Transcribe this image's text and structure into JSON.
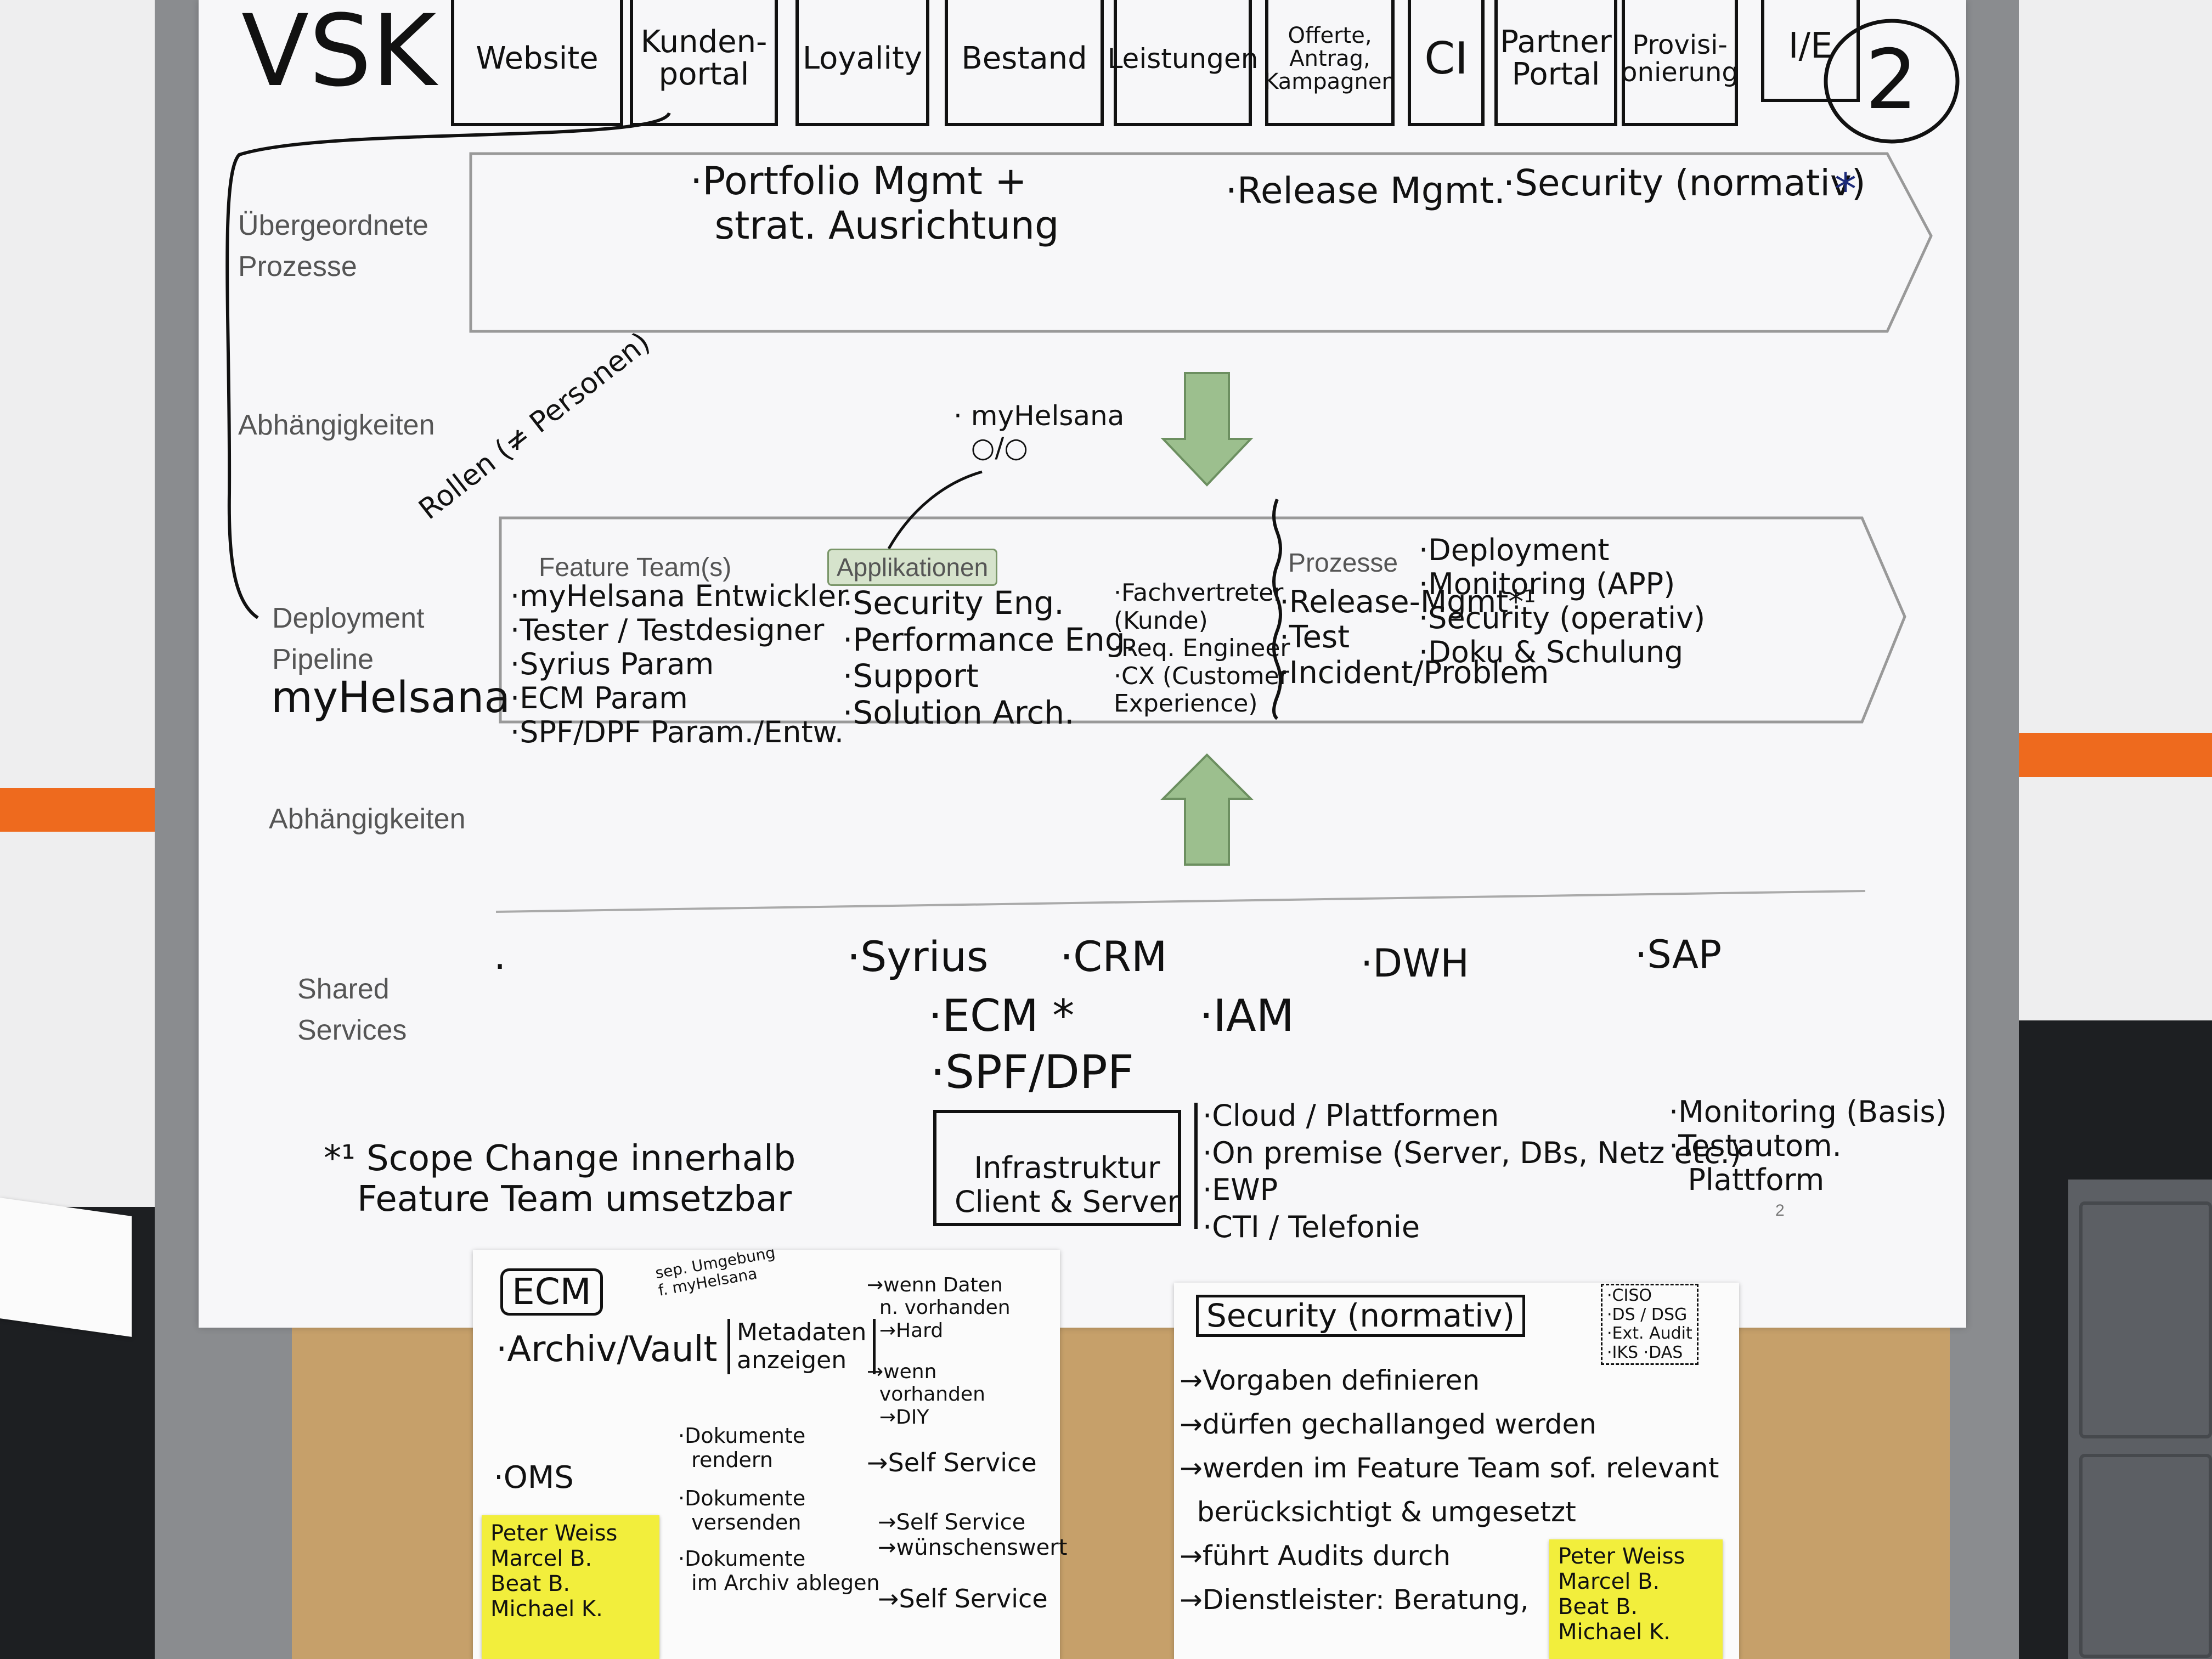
{
  "top_tabs": {
    "vsk": "VSK",
    "items": [
      "Website",
      "Kunden-\nportal",
      "Loyality",
      "Bestand",
      "Leistungen",
      "Offerte,\nAntrag,\nKampagnen",
      "CI",
      "Partner\nPortal",
      "Provisi-\nonierung",
      "I/E"
    ],
    "circle_number": "2"
  },
  "sections": {
    "uebergeordnete": "Übergeordnete\nProzesse",
    "abhaengig_top": "Abhängigkeiten",
    "deployment": "Deployment\nPipeline",
    "abhaengig_bottom": "Abhängigkeiten",
    "shared": "Shared\nServices"
  },
  "uebergeordnete_items": {
    "a": "·Portfolio Mgmt +\n  strat. Ausrichtung",
    "b": "·Release Mgmt.",
    "c": "·Security (normativ)",
    "star": "*"
  },
  "deployment": {
    "myhelsana": "myHelsana",
    "rollen": "Rollen (≠ Personen)",
    "apps_note": "· myHelsana\n  ○/○",
    "feature_team_label": "Feature Team(s)",
    "applikationen_label": "Applikationen",
    "prozesse_label": "Prozesse",
    "col1": "·myHelsana Entwickler\n·Tester / Testdesigner\n·Syrius Param\n·ECM Param\n·SPF/DPF Param./Entw.",
    "col2": "·Security Eng.\n·Performance Eng.\n·Support\n·Solution Arch.",
    "col3": "·Fachvertreter\n(Kunde)\n·Req. Engineer\n·CX (Customer\nExperience)",
    "col4": "·Release-Mgmt*¹\n·Test\n·Incident/Problem",
    "col5": "·Deployment\n·Monitoring (APP)\n·Security (operativ)\n·Doku & Schulung"
  },
  "shared_services": {
    "bullet": "·",
    "row1": [
      "·Syrius",
      "·CRM",
      "·DWH",
      "·SAP"
    ],
    "row2": [
      "·ECM *",
      "·IAM"
    ],
    "row3": "·SPF/DPF",
    "page_num": "2",
    "infra_box": "Infrastruktur\nClient & Server",
    "infra_list": "·Cloud / Plattformen\n·On premise (Server, DBs, Netz etc.)\n·EWP\n·CTI / Telefonie",
    "right_list": "·Monitoring (Basis)\n·Testautom.\n  Plattform"
  },
  "footnote": "*¹ Scope Change innerhalb\n   Feature Team umsetzbar",
  "ecm_sheet": {
    "title": "ECM",
    "note": "sep. Umgebung\nf. myHelsana",
    "archiv": "·Archiv/Vault",
    "metadaten": "Metadaten\nanzeigen",
    "wenn_daten": "→wenn Daten\n  n. vorhanden\n  →Hard",
    "wenn_vorhanden": "→wenn\n  vorhanden\n  →DIY",
    "self_service_1": "→Self Service",
    "oms": "·OMS",
    "dok_rendern": "·Dokumente\n  rendern",
    "dok_versenden": "·Dokumente\n  versenden",
    "self_service_2": "→Self Service\n→wünschenswert",
    "dok_archiv": "·Dokumente\n  im Archiv ablegen",
    "self_service_3": "→Self Service",
    "names": "Peter Weiss\nMarcel B.\nBeat B.\nMichael K."
  },
  "security_sheet": {
    "title": "Security (normativ)",
    "side": "·CISO\n·DS / DSG\n·Ext. Audit\n·IKS ·DAS",
    "lines": "→Vorgaben definieren\n→dürfen gechallanged werden\n→werden im Feature Team sof. relevant\n  berücksichtigt & umgesetzt\n→führt Audits durch\n→Dienstleister: Beratung,",
    "names": "Peter Weiss\nMarcel B.\nBeat B.\nMichael K."
  }
}
